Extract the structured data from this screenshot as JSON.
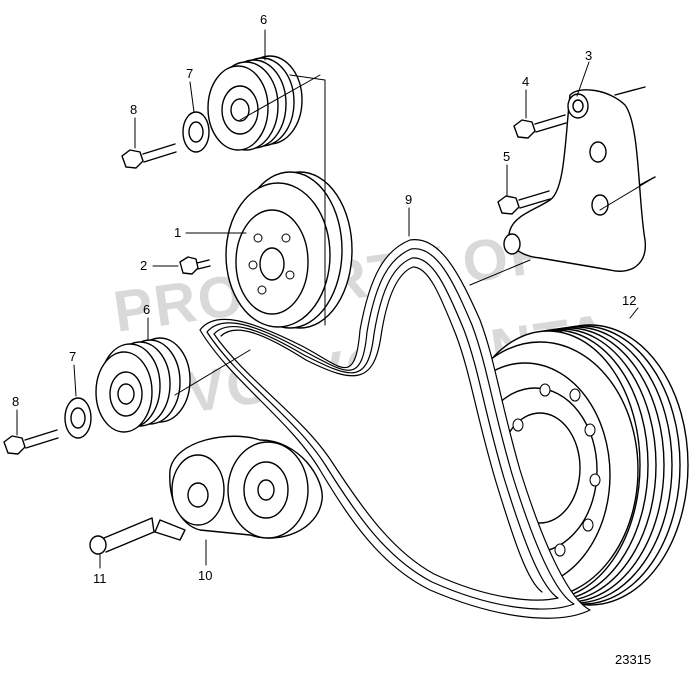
{
  "watermark": {
    "line1": "PROPERTY OF",
    "line2": "VOLVO PENTA"
  },
  "figure_number": "23315",
  "callouts": [
    {
      "id": "1",
      "part": "belt-pulley"
    },
    {
      "id": "2",
      "part": "pulley-bolt"
    },
    {
      "id": "3",
      "part": "bracket"
    },
    {
      "id": "4",
      "part": "bracket-bolt-upper"
    },
    {
      "id": "5",
      "part": "bracket-bolt-lower"
    },
    {
      "id": "6",
      "part": "idler-pulley"
    },
    {
      "id": "7",
      "part": "washer"
    },
    {
      "id": "8",
      "part": "idler-bolt"
    },
    {
      "id": "9",
      "part": "drive-belt"
    },
    {
      "id": "10",
      "part": "belt-tensioner"
    },
    {
      "id": "11",
      "part": "tensioner-bolt"
    },
    {
      "id": "12",
      "part": "crankshaft-pulley"
    }
  ]
}
